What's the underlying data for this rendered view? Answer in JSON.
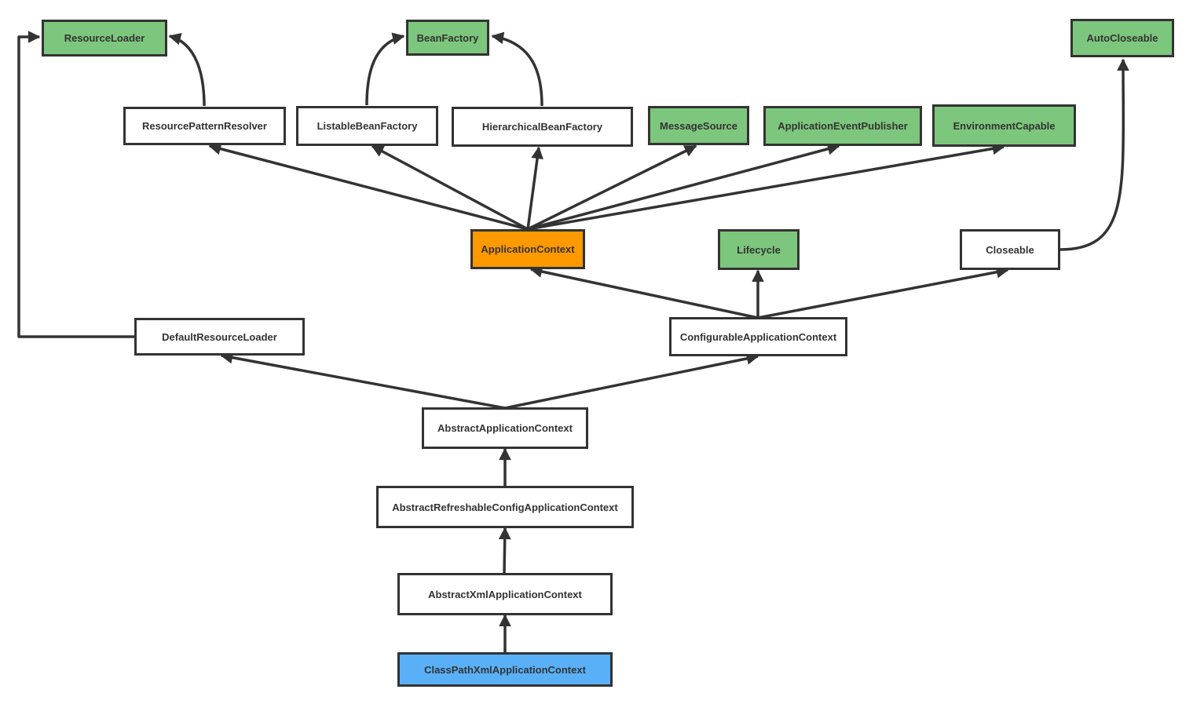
{
  "colors": {
    "interface_fill": "#7dc67d",
    "class_fill": "#ffffff",
    "focus_fill": "#ff9900",
    "leaf_fill": "#5ab0f7",
    "stroke": "#333333"
  },
  "nodes": {
    "resource_loader": "ResourceLoader",
    "bean_factory": "BeanFactory",
    "auto_closeable": "AutoCloseable",
    "resource_pattern_resolver": "ResourcePatternResolver",
    "listable_bean_factory": "ListableBeanFactory",
    "hierarchical_bean_factory": "HierarchicalBeanFactory",
    "message_source": "MessageSource",
    "application_event_publisher": "ApplicationEventPublisher",
    "environment_capable": "EnvironmentCapable",
    "application_context": "ApplicationContext",
    "lifecycle": "Lifecycle",
    "closeable": "Closeable",
    "default_resource_loader": "DefaultResourceLoader",
    "configurable_application_context": "ConfigurableApplicationContext",
    "abstract_application_context": "AbstractApplicationContext",
    "abstract_refreshable_config_application_context": "AbstractRefreshableConfigApplicationContext",
    "abstract_xml_application_context": "AbstractXmlApplicationContext",
    "class_path_xml_application_context": "ClassPathXmlApplicationContext"
  }
}
